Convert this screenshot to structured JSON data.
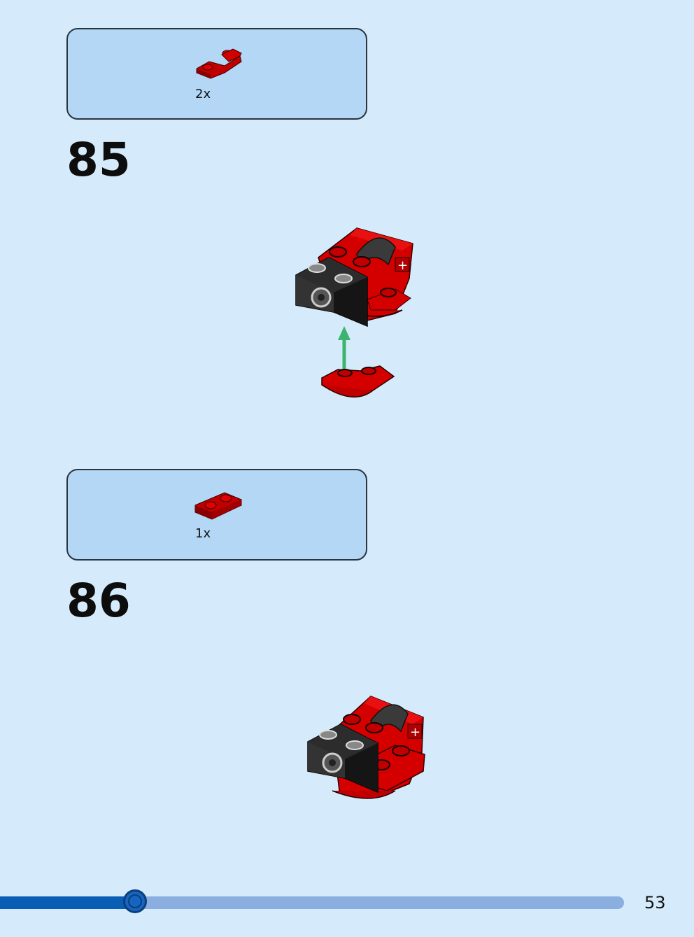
{
  "steps": [
    {
      "number": "85",
      "parts_qty": "2x",
      "part_icon": "red-inverted-curved-slope-brick"
    },
    {
      "number": "86",
      "parts_qty": "1x",
      "part_icon": "red-1x2-plate"
    }
  ],
  "progress": {
    "value": 0.216
  },
  "page_number": "53",
  "colors": {
    "background": "#d5ebfb",
    "parts_box": "#b3d7f4",
    "brick_red": "#d40000",
    "arrow_green": "#3cb46e",
    "progress_fill": "#0a5db5"
  }
}
